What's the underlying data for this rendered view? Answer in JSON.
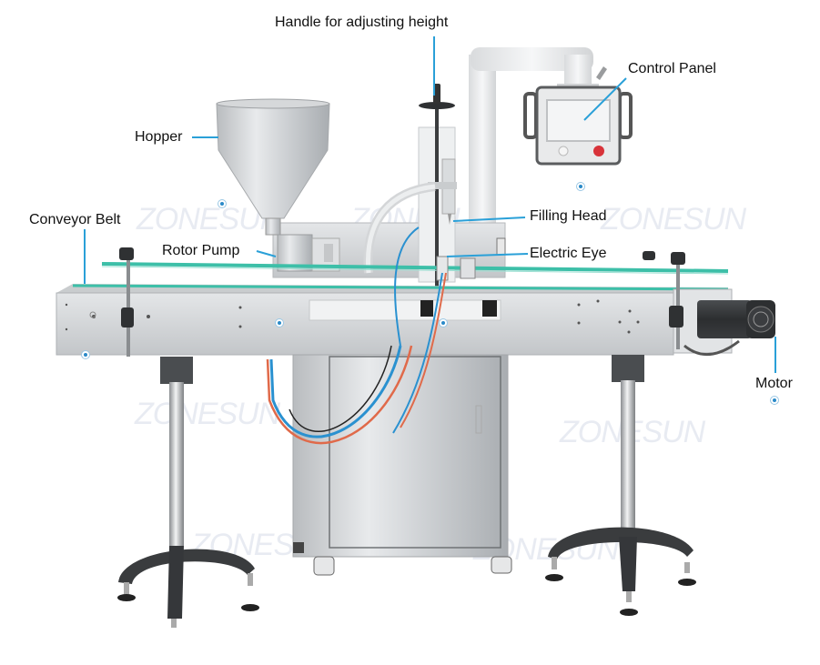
{
  "diagram": {
    "subject": "Automatic rotor pump paste filling machine with conveyor",
    "accent_color": "#2aa0d8",
    "belt_color": "#3dbfa8",
    "labels": [
      {
        "id": "handle",
        "text": "Handle for adjusting height"
      },
      {
        "id": "control-panel",
        "text": "Control Panel"
      },
      {
        "id": "hopper",
        "text": "Hopper"
      },
      {
        "id": "conveyor-belt",
        "text": "Conveyor Belt"
      },
      {
        "id": "filling-head",
        "text": "Filling Head"
      },
      {
        "id": "rotor-pump",
        "text": "Rotor Pump"
      },
      {
        "id": "electric-eye",
        "text": "Electric Eye"
      },
      {
        "id": "motor",
        "text": "Motor"
      }
    ],
    "watermark": "ZONESUN"
  }
}
